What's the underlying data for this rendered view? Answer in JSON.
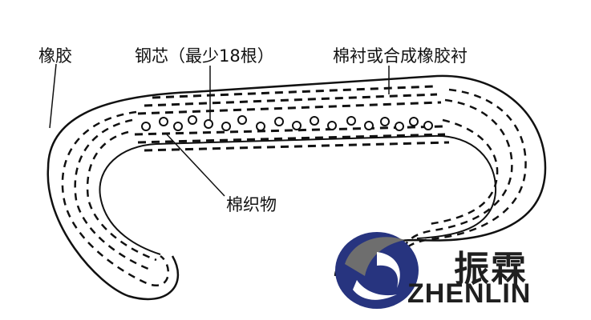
{
  "labels": {
    "rubber": "橡胶",
    "steel_core": "钢芯（最少18根）",
    "lining": "棉衬或合成橡胶衬",
    "fabric": "棉织物"
  },
  "logo": {
    "name_cn": "振霖",
    "name_en": "ZHENLIN",
    "colors": {
      "blue": "#27347f",
      "gray": "#6e6e6e",
      "text": "#1f1f1f"
    }
  },
  "colors": {
    "line": "#111111",
    "background": "#ffffff"
  }
}
